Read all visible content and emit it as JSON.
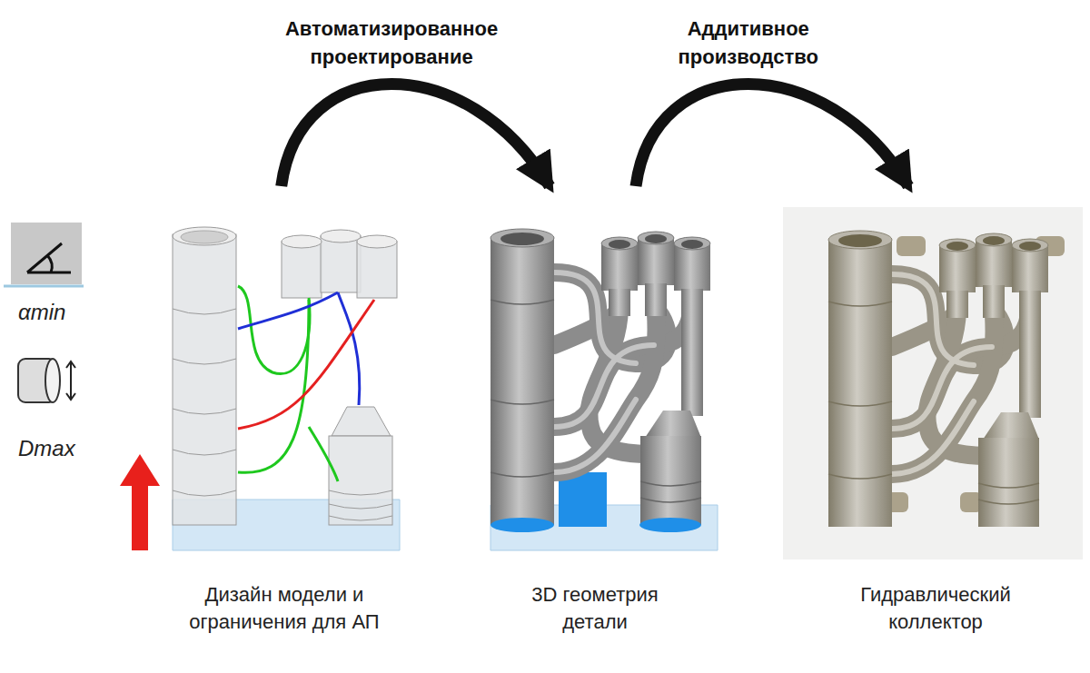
{
  "diagram": {
    "nodes": [
      {
        "text": [
          "Дизайн модели и ограничения для АП"
        ]
      },
      {
        "text": [
          "3D геометрия детали"
        ]
      },
      {
        "text": [
          "Гидравлический коллектор"
        ]
      }
    ],
    "edges": [
      {
        "from": 0,
        "to": 1,
        "arrow": "to",
        "label": "Автоматизированное проектирование"
      },
      {
        "from": 1,
        "to": 2,
        "arrow": "to",
        "label": "Аддитивное производство"
      }
    ],
    "labels": [
      "αmin",
      "Dmax"
    ]
  }
}
